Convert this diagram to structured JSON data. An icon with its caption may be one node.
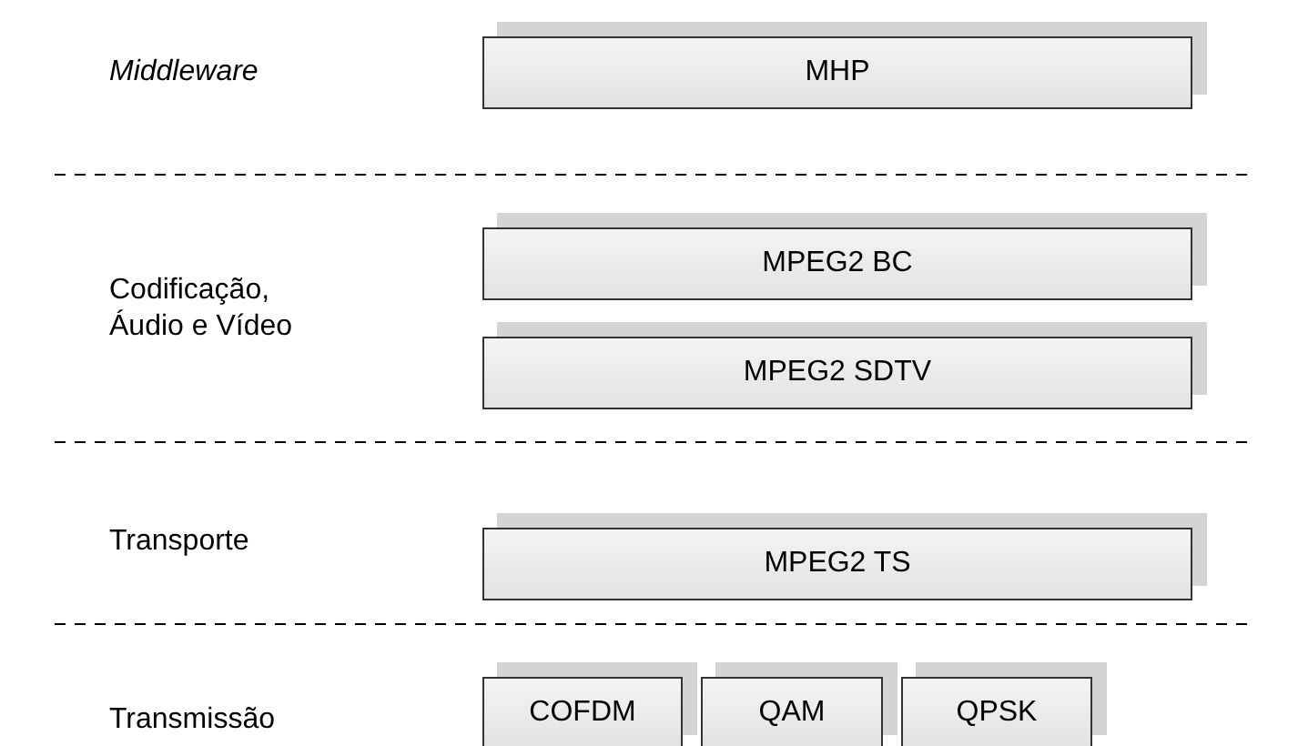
{
  "diagram": {
    "nodes": [
      {
        "text": [
          "MHP"
        ]
      },
      {
        "text": [
          "MPEG2 BC"
        ]
      },
      {
        "text": [
          "MPEG2 SDTV"
        ]
      },
      {
        "text": [
          "MPEG2 TS"
        ]
      },
      {
        "text": [
          "COFDM"
        ]
      },
      {
        "text": [
          "QAM"
        ]
      },
      {
        "text": [
          "QPSK"
        ]
      }
    ],
    "edges": [],
    "labels": [
      "Middleware",
      "Codificação, Áudio e Vídeo",
      "Transporte",
      "Transmissão"
    ]
  }
}
